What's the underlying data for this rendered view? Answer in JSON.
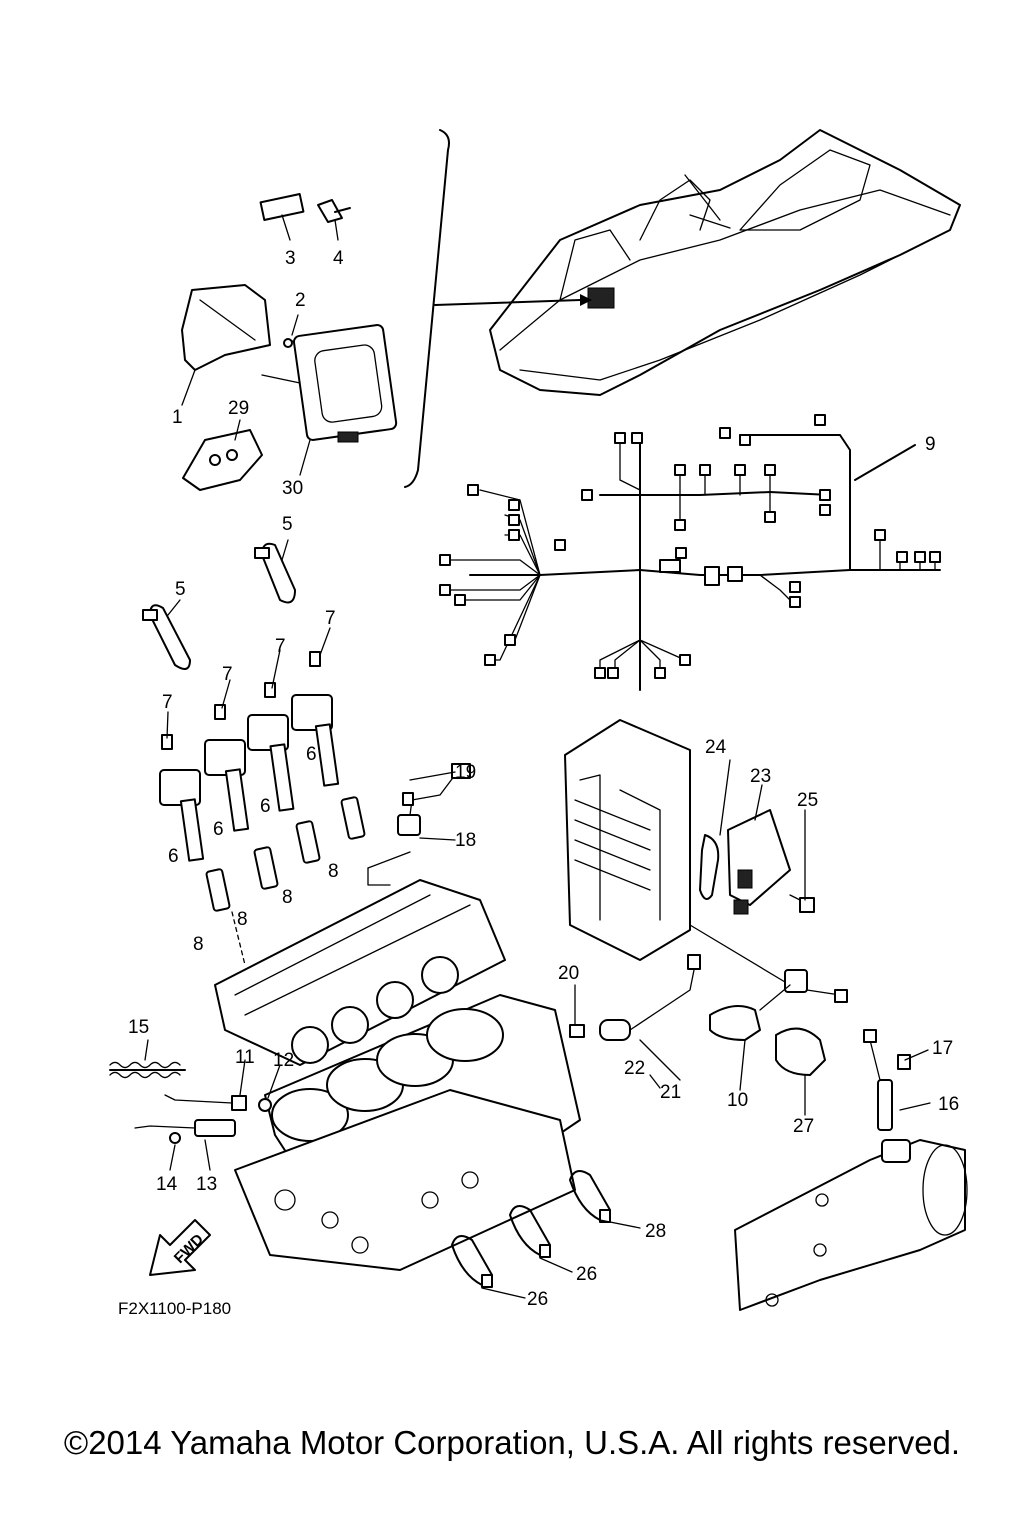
{
  "diagram": {
    "code": "F2X1100-P180",
    "fwd_arrow_text": "FWD",
    "callouts": [
      "1",
      "2",
      "3",
      "4",
      "5",
      "6",
      "7",
      "8",
      "9",
      "10",
      "11",
      "12",
      "13",
      "14",
      "15",
      "16",
      "17",
      "18",
      "19",
      "20",
      "21",
      "22",
      "23",
      "24",
      "25",
      "26",
      "27",
      "28",
      "29",
      "30"
    ]
  },
  "footer": {
    "copyright": "©2014 Yamaha Motor Corporation, U.S.A. All rights reserved."
  }
}
